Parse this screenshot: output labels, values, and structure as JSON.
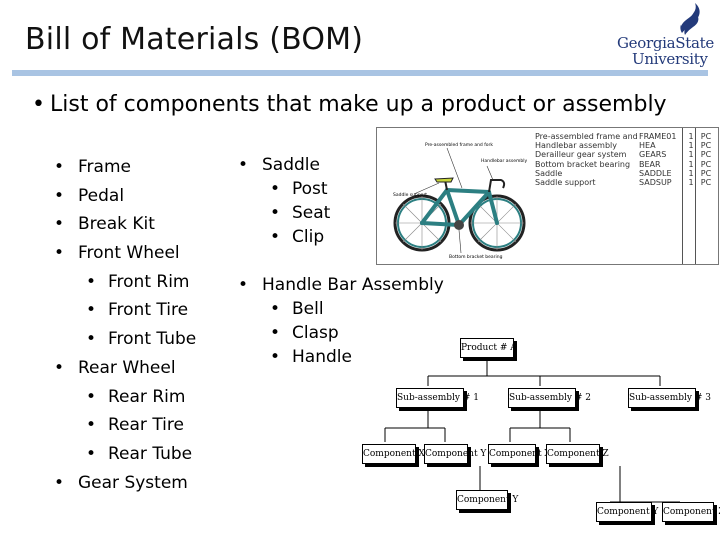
{
  "slide": {
    "title": "Bill of Materials (BOM)",
    "logo": {
      "line1": "GeorgiaState",
      "line2": "University"
    },
    "lead": "List of components that make up a product or assembly"
  },
  "column1": [
    {
      "text": "Frame",
      "level": 1
    },
    {
      "text": "Pedal",
      "level": 1
    },
    {
      "text": "Break Kit",
      "level": 1
    },
    {
      "text": "Front Wheel",
      "level": 1
    },
    {
      "text": "Front Rim",
      "level": 2
    },
    {
      "text": "Front Tire",
      "level": 2
    },
    {
      "text": "Front Tube",
      "level": 2
    },
    {
      "text": "Rear Wheel",
      "level": 1
    },
    {
      "text": "Rear Rim",
      "level": 2
    },
    {
      "text": "Rear Tire",
      "level": 2
    },
    {
      "text": "Rear Tube",
      "level": 2
    },
    {
      "text": "Gear System",
      "level": 1
    }
  ],
  "column2": [
    {
      "text": "Saddle",
      "level": 1
    },
    {
      "text": "Post",
      "level": 2
    },
    {
      "text": "Seat",
      "level": 2
    },
    {
      "text": "Clip",
      "level": 2
    },
    {
      "text": "",
      "level": 0
    },
    {
      "text": "Handle Bar Assembly",
      "level": 1
    },
    {
      "text": "Bell",
      "level": 2
    },
    {
      "text": "Clasp",
      "level": 2
    },
    {
      "text": "Handle",
      "level": 2
    }
  ],
  "bike_image": {
    "labels": [
      "Pre-assembled frame and fork",
      "Handlebar assembly",
      "Saddle support",
      "Bottom bracket bearing"
    ],
    "table": [
      [
        "Pre-assembled frame and fork",
        "FRAME01",
        "1",
        "PC"
      ],
      [
        "Handlebar assembly",
        "HEA",
        "1",
        "PC"
      ],
      [
        "Derailleur gear system",
        "GEARS",
        "1",
        "PC"
      ],
      [
        "Bottom bracket bearing",
        "BEAR",
        "1",
        "PC"
      ],
      [
        "Saddle",
        "SADDLE",
        "1",
        "PC"
      ],
      [
        "Saddle support",
        "SADSUP",
        "1",
        "PC"
      ]
    ]
  },
  "tree": {
    "root": "Product # A",
    "subs": [
      "Sub-assembly # 1",
      "Sub-assembly # 2",
      "Sub-assembly # 3"
    ],
    "components": [
      "Component X",
      "Component Y",
      "Component X",
      "Component Z",
      "Component Y",
      "Component Y",
      "Component Z"
    ]
  }
}
